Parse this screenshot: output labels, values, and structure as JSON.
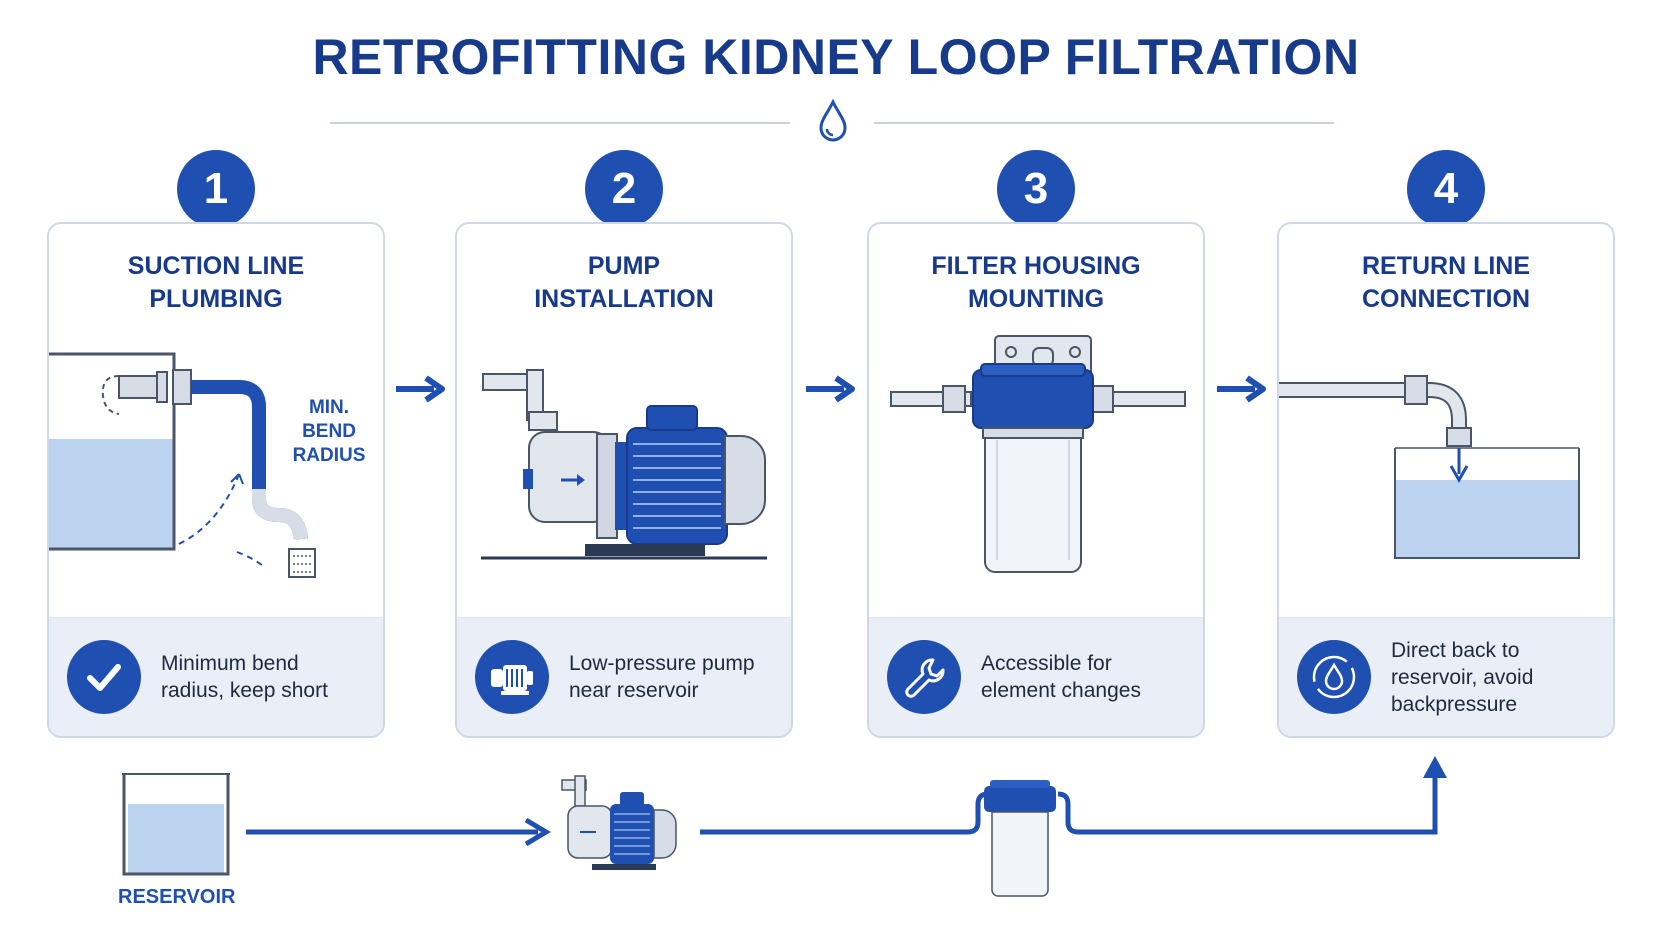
{
  "title": "RETROFITTING KIDNEY LOOP FILTRATION",
  "colors": {
    "primary": "#1f4fb0",
    "title": "#173a8a",
    "water": "#bcd3ef",
    "card_footer": "#e9eef7"
  },
  "steps": [
    {
      "number": "1",
      "title": "SUCTION LINE\nPLUMBING",
      "note": "Minimum bend\nradius, keep short",
      "icon": "check-icon",
      "callout": "MIN.\nBEND\nRADIUS"
    },
    {
      "number": "2",
      "title": "PUMP\nINSTALLATION",
      "note": "Low-pressure pump\nnear reservoir",
      "icon": "pump-icon"
    },
    {
      "number": "3",
      "title": "FILTER HOUSING\nMOUNTING",
      "note": "Accessible for\nelement changes",
      "icon": "wrench-icon"
    },
    {
      "number": "4",
      "title": "RETURN LINE\nCONNECTION",
      "note": "Direct back to\nreservoir, avoid\nbackpressure",
      "icon": "water-drop-icon"
    }
  ],
  "flow": {
    "reservoir_label": "RESERVOIR"
  }
}
